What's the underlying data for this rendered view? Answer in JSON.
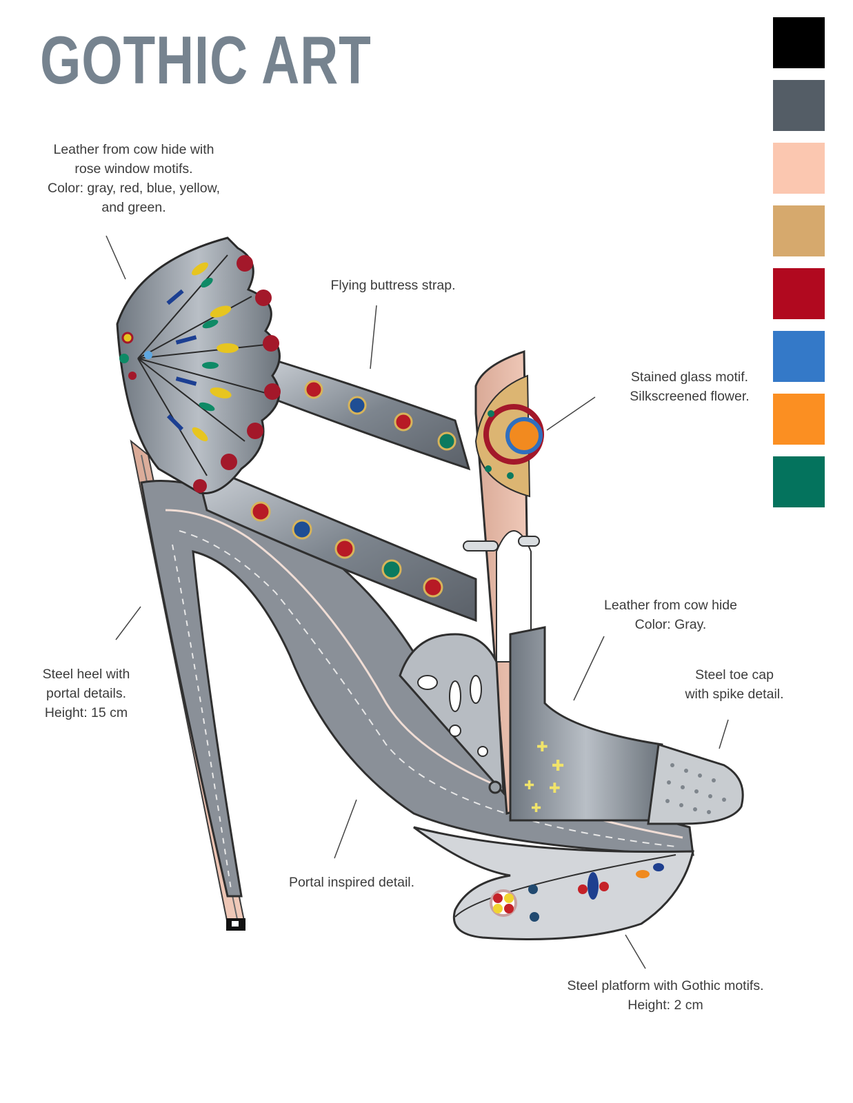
{
  "header": {
    "title": "GOTHIC ART"
  },
  "palette": {
    "swatches": [
      {
        "name": "black",
        "hex": "#000000"
      },
      {
        "name": "slate-gray",
        "hex": "#545d66"
      },
      {
        "name": "peach",
        "hex": "#fbc7b0"
      },
      {
        "name": "tan",
        "hex": "#d6a96d"
      },
      {
        "name": "crimson",
        "hex": "#b1091f"
      },
      {
        "name": "blue",
        "hex": "#3479c8"
      },
      {
        "name": "orange",
        "hex": "#fb8f22"
      },
      {
        "name": "teal-green",
        "hex": "#04735d"
      }
    ]
  },
  "annotations": {
    "heel_counter": {
      "text": "Leather from cow hide with\nrose window motifs.\nColor: gray, red, blue, yellow,\nand green."
    },
    "strap": {
      "text": "Flying buttress strap."
    },
    "stained_glass": {
      "text": "Stained glass motif.\nSilkscreened flower."
    },
    "vamp": {
      "text": "Leather from cow hide\nColor: Gray."
    },
    "toe_cap": {
      "text": "Steel toe cap\nwith spike detail."
    },
    "heel": {
      "text": "Steel heel with\nportal details.\nHeight: 15 cm"
    },
    "portal": {
      "text": "Portal inspired detail."
    },
    "platform": {
      "text": "Steel platform with Gothic motifs.\nHeight: 2 cm"
    }
  }
}
